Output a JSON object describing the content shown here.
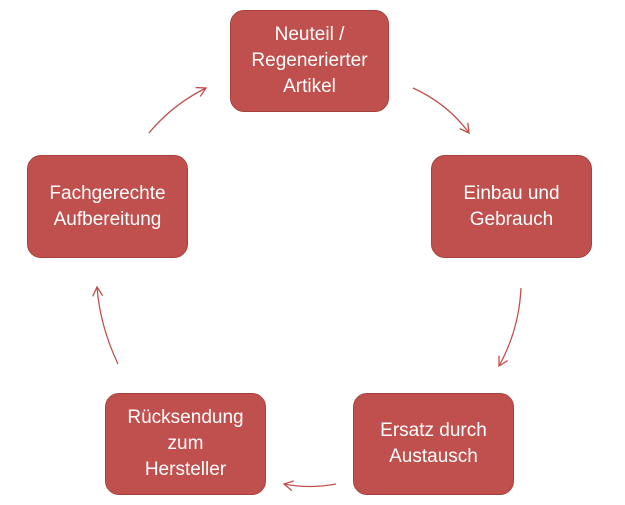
{
  "diagram": {
    "nodes": [
      {
        "id": "new-item",
        "label": "Neuteil /\nRegenerierter\nArtikel"
      },
      {
        "id": "installation",
        "label": "Einbau und\nGebrauch"
      },
      {
        "id": "replacement",
        "label": "Ersatz durch\nAustausch"
      },
      {
        "id": "return",
        "label": "Rücksendung\nzum\nHersteller"
      },
      {
        "id": "reprocessing",
        "label": "Fachgerechte\nAufbereitung"
      }
    ],
    "edges": [
      {
        "from": "new-item",
        "to": "installation"
      },
      {
        "from": "installation",
        "to": "replacement"
      },
      {
        "from": "replacement",
        "to": "return"
      },
      {
        "from": "return",
        "to": "reprocessing"
      },
      {
        "from": "reprocessing",
        "to": "new-item"
      }
    ],
    "colors": {
      "node_fill": "#c0504d",
      "node_text": "#ffffff",
      "arrow": "#c0504d"
    }
  }
}
